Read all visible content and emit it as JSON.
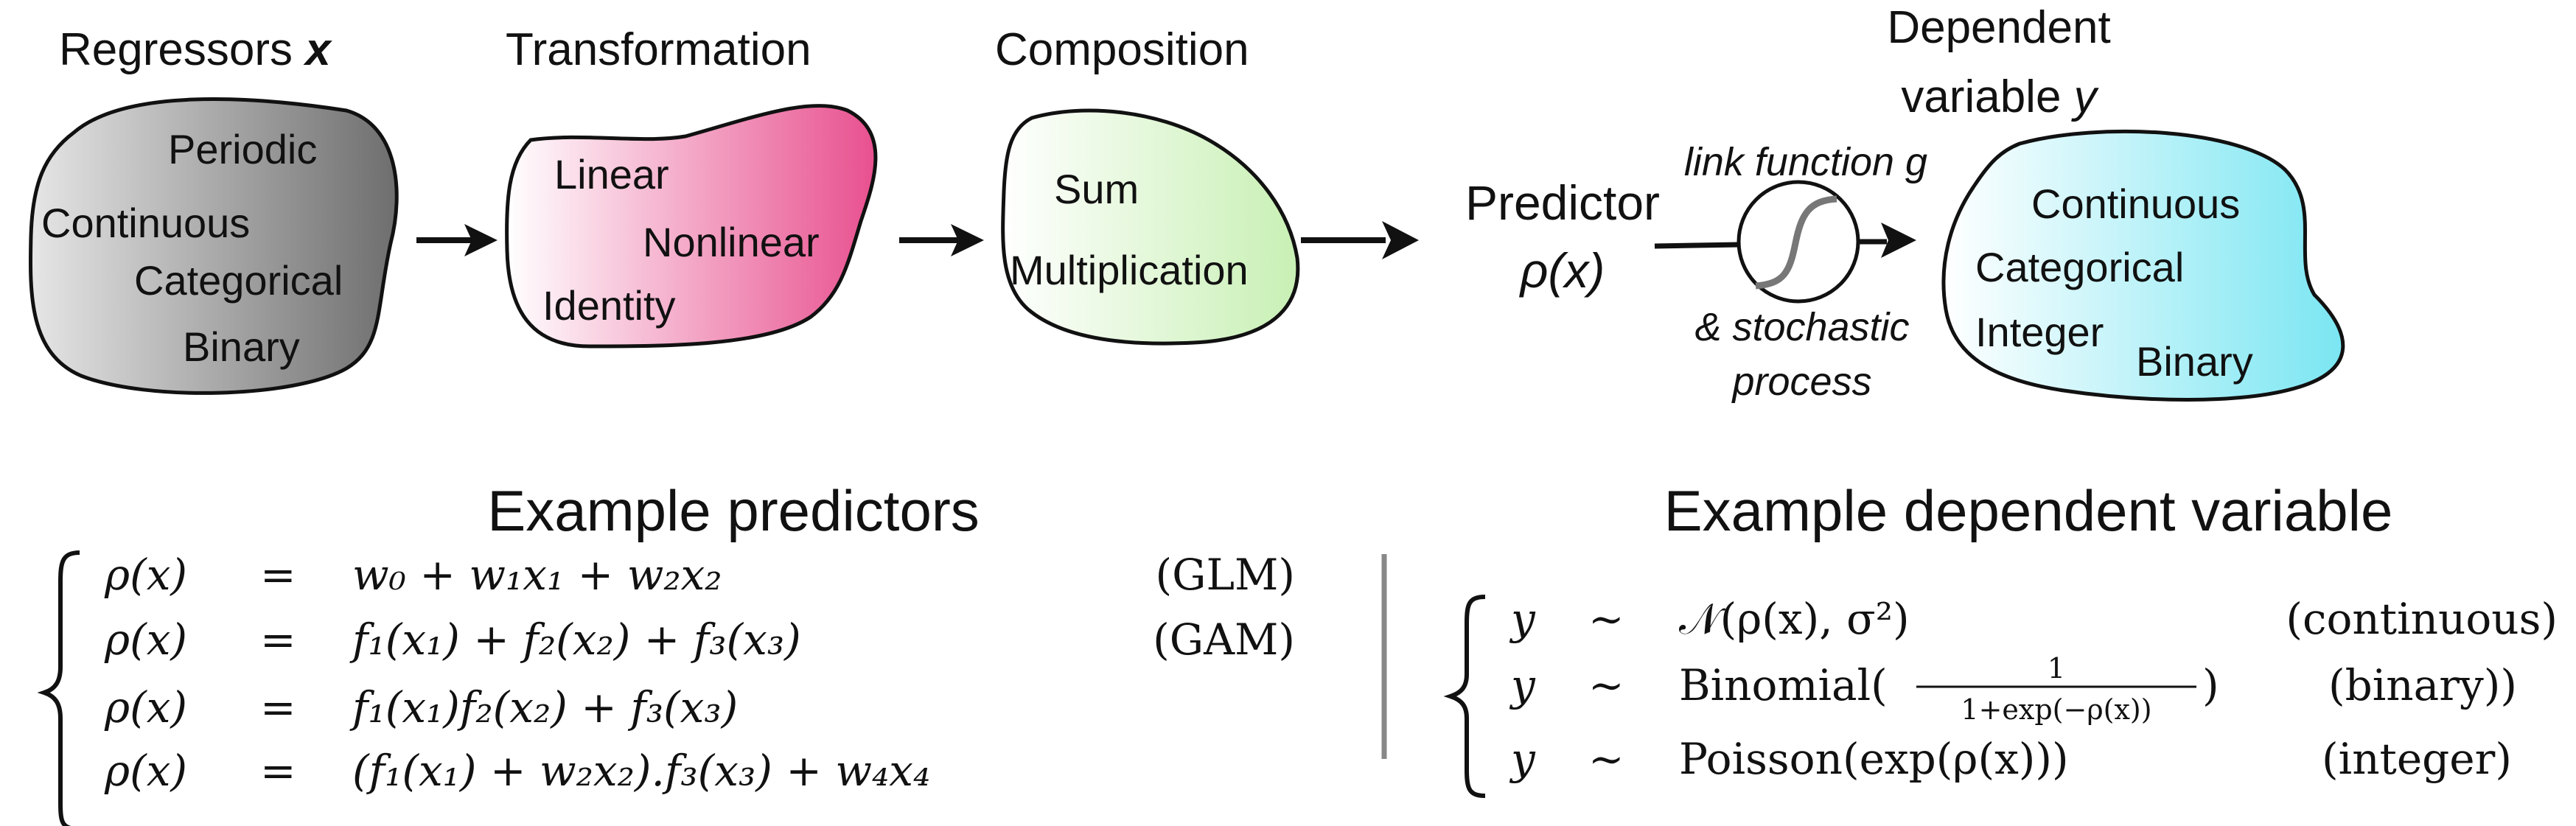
{
  "stages": {
    "regressors": {
      "title": "Regressors",
      "title_var": "x",
      "items": [
        "Periodic",
        "Continuous",
        "Categorical",
        "Binary"
      ]
    },
    "transformation": {
      "title": "Transformation",
      "items": [
        "Linear",
        "Nonlinear",
        "Identity"
      ]
    },
    "composition": {
      "title": "Composition",
      "items": [
        "Sum",
        "Multiplication"
      ]
    },
    "predictor": {
      "title": "Predictor",
      "symbol": "ρ(x)"
    },
    "link": {
      "label_top": "link function g",
      "label_bottom_1": "& stochastic",
      "label_bottom_2": "process"
    },
    "dependent": {
      "title_line1": "Dependent",
      "title_line2": "variable",
      "title_var": "y",
      "items": [
        "Continuous",
        "Categorical",
        "Integer",
        "Binary"
      ]
    }
  },
  "predictors_section": {
    "heading": "Example predictors",
    "rows": [
      {
        "lhs": "ρ(x)",
        "rel": "=",
        "rhs": "w₀ + w₁x₁ + w₂x₂",
        "tag": "(GLM)"
      },
      {
        "lhs": "ρ(x)",
        "rel": "=",
        "rhs": "f₁(x₁) + f₂(x₂) + f₃(x₃)",
        "tag": "(GAM)"
      },
      {
        "lhs": "ρ(x)",
        "rel": "=",
        "rhs": "f₁(x₁)f₂(x₂) + f₃(x₃)",
        "tag": ""
      },
      {
        "lhs": "ρ(x)",
        "rel": "=",
        "rhs": "(f₁(x₁) + w₂x₂).f₃(x₃) + w₄x₄",
        "tag": ""
      }
    ]
  },
  "dependent_section": {
    "heading": "Example dependent variable",
    "rows": [
      {
        "lhs": "y",
        "rel": "∼",
        "rhs": "𝒩(ρ(x), σ²)",
        "tag": "(continuous)"
      },
      {
        "lhs": "y",
        "rel": "∼",
        "rhs_prefix": "Binomial(",
        "frac_num": "1",
        "frac_den": "1+exp(−ρ(x))",
        "rhs_suffix": ")",
        "tag": "(binary))"
      },
      {
        "lhs": "y",
        "rel": "∼",
        "rhs": "Poisson(exp(ρ(x)))",
        "tag": "(integer)"
      }
    ]
  },
  "colors": {
    "regressors_dark": "#6e6e6e",
    "regressors_light": "#e6e6e6",
    "transformation_dark": "#e8508f",
    "transformation_light": "#ffffff",
    "composition_dark": "#c8f0b4",
    "composition_light": "#ffffff",
    "dependent_dark": "#7ae6f2",
    "dependent_light": "#ffffff",
    "stroke": "#111111",
    "sigmoid": "#777777",
    "divider": "#888888"
  }
}
